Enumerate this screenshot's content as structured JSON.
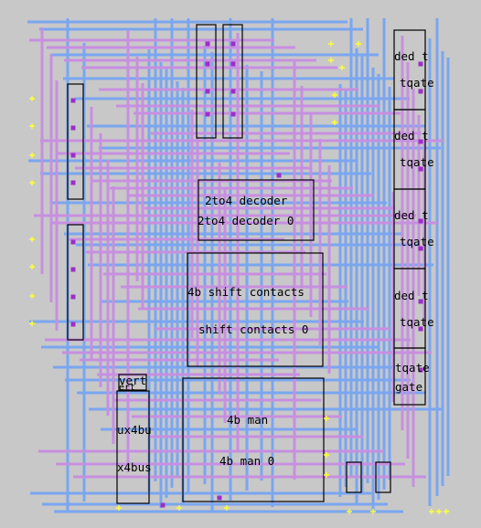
{
  "colors": {
    "background": "#c8c8c8",
    "metal1": "#7aa6f0",
    "metal2": "#c78fe0",
    "contact": "#9c2ec8",
    "pin": "#ffff33",
    "cell_outline": "#000000"
  },
  "cells": {
    "decoder": {
      "type_label": "2to4 decoder",
      "instance_label": "2to4 decoder 0"
    },
    "shift": {
      "type_label": "4b shift contacts",
      "instance_label": "shift contacts 0"
    },
    "man": {
      "type_label": "4b man",
      "instance_label": "4b man 0"
    },
    "mux": {
      "top_label": "vert",
      "sub_label": "ert",
      "type_label": "ux4bu",
      "instance_label": "x4bus"
    },
    "tgates": [
      {
        "type_label": "ded t",
        "instance_label": "tqate"
      },
      {
        "type_label": "ded t",
        "instance_label": "tqate"
      },
      {
        "type_label": "ded t",
        "instance_label": "tqate"
      },
      {
        "type_label": "ded t",
        "instance_label": "tqate"
      }
    ],
    "tgate_bottom": {
      "type_label": "tqate",
      "instance_label": "gate"
    }
  }
}
